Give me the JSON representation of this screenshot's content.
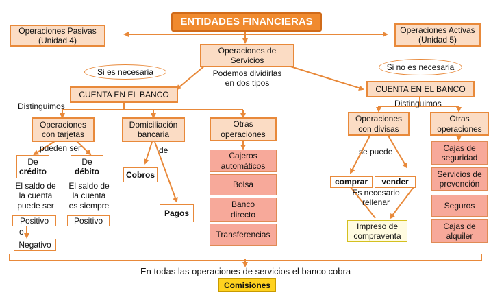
{
  "title": "ENTIDADES FINANCIERAS",
  "pasivas": "Operaciones Pasivas\n(Unidad 4)",
  "activas": "Operaciones Activas\n(Unidad 5)",
  "servicios": "Operaciones de\nServicios",
  "dividir": "Podemos dividirlas\nen dos tipos",
  "left": {
    "condition": "Si es necesaria",
    "cuenta": "CUENTA EN EL BANCO",
    "distinguimos": "Distinguimos",
    "tarjetas": "Operaciones\ncon tarjetas",
    "pueden_ser": "pueden ser",
    "credito_prefix": "De",
    "credito": "crédito",
    "debito_prefix": "De",
    "debito": "débito",
    "credito_note": "El saldo de\nla cuenta\npuede ser",
    "debito_note": "El saldo de\nla cuenta\nes siempre",
    "positivo_1": "Positivo",
    "o": "o",
    "negativo": "Negativo",
    "positivo_2": "Positivo",
    "domiciliacion": "Domiciliación\nbancaria",
    "de": "de",
    "cobros": "Cobros",
    "pagos": "Pagos",
    "otras": "Otras\noperaciones",
    "otras_items": [
      "Cajeros\nautomáticos",
      "Bolsa",
      "Banco\ndirecto",
      "Transferencias"
    ]
  },
  "right": {
    "condition": "Si no es necesaria",
    "cuenta": "CUENTA EN EL BANCO",
    "distinguimos": "Distinguimos",
    "divisas": "Operaciones\ncon divisas",
    "se_puede": "se puede",
    "comprar": "comprar",
    "vender": "vender",
    "necesario": "Es necesario\nrellenar",
    "impreso": "Impreso de\ncompraventa",
    "otras": "Otras\noperaciones",
    "otras_items": [
      "Cajas de\nseguridad",
      "Servicios de\nprevención",
      "Seguros",
      "Cajas de\nalquiler"
    ]
  },
  "footer": "En todas las operaciones de servicios el banco cobra",
  "comisiones": "Comisiones",
  "colors": {
    "accent": "#e8893a",
    "title_bg": "#f08a2e",
    "peach": "#fbdcc4",
    "salmon": "#f7a99a",
    "highlight": "#ffd21f"
  }
}
